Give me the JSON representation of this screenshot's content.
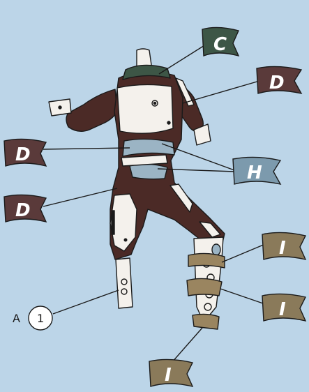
{
  "figure": {
    "callout_prefix": "A",
    "callout_number": "1"
  },
  "flags": [
    {
      "id": "flag-c-top",
      "letter": "C",
      "color": "#3d5646"
    },
    {
      "id": "flag-d-right",
      "letter": "D",
      "color": "#5a3a3a"
    },
    {
      "id": "flag-d-left-upper",
      "letter": "D",
      "color": "#5a3a3a"
    },
    {
      "id": "flag-h-right",
      "letter": "H",
      "color": "#7c9aad"
    },
    {
      "id": "flag-d-left-lower",
      "letter": "D",
      "color": "#5a3a3a"
    },
    {
      "id": "flag-i-right-upper",
      "letter": "I",
      "color": "#8a7a5a"
    },
    {
      "id": "flag-i-right-lower",
      "letter": "I",
      "color": "#8a7a5a"
    },
    {
      "id": "flag-i-bottom",
      "letter": "I",
      "color": "#8a7a5a"
    }
  ],
  "colors": {
    "background": "#bcd5e8",
    "suit": "#4b2a26",
    "plate": "#f4f1ec",
    "collar": "#3d5646",
    "belt": "#9bb4c4",
    "strap": "#9a8560"
  }
}
